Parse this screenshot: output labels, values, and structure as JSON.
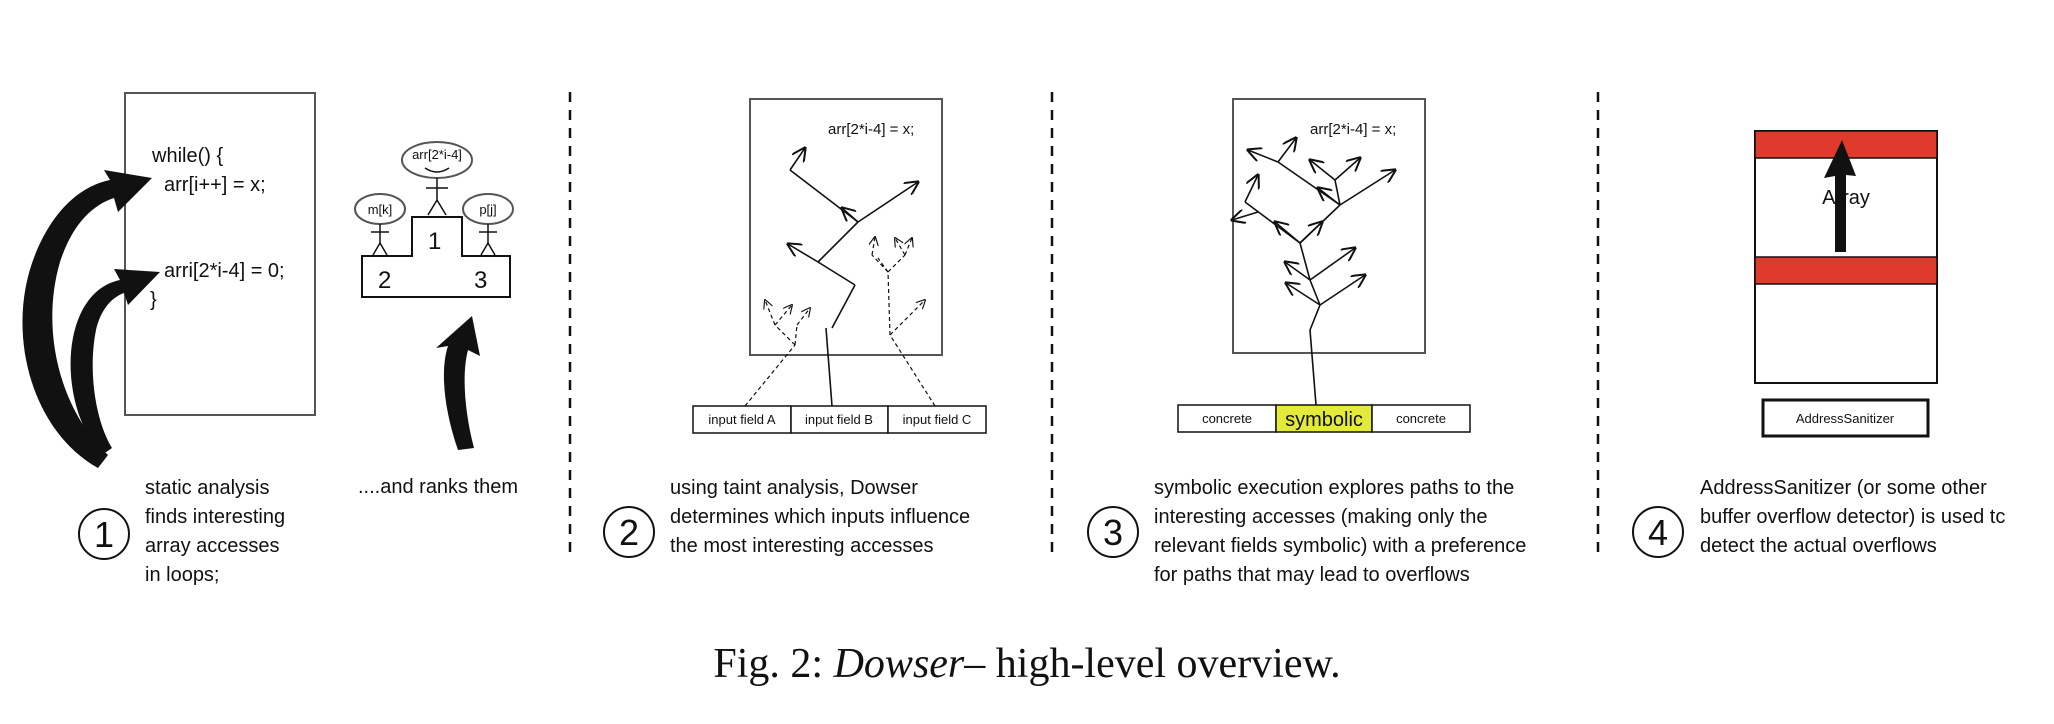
{
  "step1": {
    "number": "1",
    "code": [
      "while() {",
      "arr[i++] = x;",
      "arri[2*i-4] = 0;",
      "}"
    ],
    "desc": [
      "static analysis",
      "finds interesting",
      "array accesses",
      "in loops;"
    ],
    "rank_desc": "....and ranks them",
    "podium": {
      "first": "1",
      "second": "2",
      "third": "3",
      "first_label": "arr[2*i-4]",
      "second_label": "m[k]",
      "third_label": "p[j]"
    }
  },
  "step2": {
    "number": "2",
    "code": "arr[2*i-4] = x;",
    "fields": [
      "input field A",
      "input field B",
      "input field C"
    ],
    "desc": [
      "using taint analysis, Dowser",
      "determines which inputs influence",
      "the most interesting accesses"
    ]
  },
  "step3": {
    "number": "3",
    "code": "arr[2*i-4] = x;",
    "fields": [
      "concrete",
      "symbolic",
      "concrete"
    ],
    "desc": [
      "symbolic execution explores paths to the",
      "interesting accesses (making only the",
      "relevant fields symbolic) with a preference",
      "for paths that may lead to overflows"
    ]
  },
  "step4": {
    "number": "4",
    "array_label": "Array",
    "detector": "AddressSanitizer",
    "desc": [
      "AddressSanitizer  (or some other",
      "buffer overflow detector) is used tc",
      "detect the actual overflows"
    ]
  },
  "caption": {
    "prefix": "Fig. 2: ",
    "name": "Dowser",
    "suffix": "– high-level overview."
  },
  "colors": {
    "symbolic_fill": "#e3ea3a",
    "redzone": "#e03a2c"
  }
}
